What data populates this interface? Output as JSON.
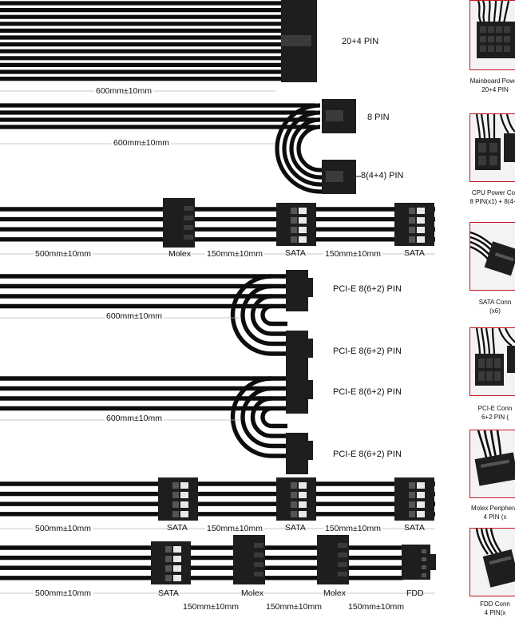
{
  "cables": {
    "atx": {
      "connector": "20+4 PIN",
      "length": "600mm±10mm"
    },
    "cpu": {
      "connector_a": "8 PIN",
      "connector_b": "8(4+4) PIN",
      "length": "600mm±10mm"
    },
    "sata1": {
      "length_1": "500mm±10mm",
      "conn_1": "Molex",
      "length_2": "150mm±10mm",
      "conn_2": "SATA",
      "length_3": "150mm±10mm",
      "conn_3": "SATA"
    },
    "pcie1": {
      "connector_a": "PCI-E 8(6+2) PIN",
      "connector_b": "PCI-E 8(6+2) PIN",
      "length": "600mm±10mm"
    },
    "pcie2": {
      "connector_a": "PCI-E 8(6+2) PIN",
      "connector_b": "PCI-E 8(6+2) PIN",
      "length": "600mm±10mm"
    },
    "sata2": {
      "length_1": "500mm±10mm",
      "conn_1": "SATA",
      "length_2": "150mm±10mm",
      "conn_2": "SATA",
      "length_3": "150mm±10mm",
      "conn_3": "SATA"
    },
    "mixed": {
      "length_1": "500mm±10mm",
      "conn_1": "SATA",
      "conn_2": "Molex",
      "conn_3": "Molex",
      "conn_4": "FDD",
      "length_2": "150mm±10mm",
      "length_3": "150mm±10mm",
      "length_4": "150mm±10mm"
    }
  },
  "photos": [
    {
      "line1": "Mainboard Power",
      "line2": "20+4 PIN"
    },
    {
      "line1": "CPU Power Co",
      "line2": "8 PIN(x1) + 8(4+"
    },
    {
      "line1": "SATA  Conn",
      "line2": "(x6)"
    },
    {
      "line1": "PCI-E Conn",
      "line2": "6+2 PIN ("
    },
    {
      "line1": "Molex Peripheral",
      "line2": "4 PIN (x"
    },
    {
      "line1": "FDD Conn",
      "line2": "4 PIN(x"
    }
  ],
  "colors": {
    "cable": "#0d0d0d",
    "connector": "#1e1e1e",
    "frame": "#c4161c"
  }
}
